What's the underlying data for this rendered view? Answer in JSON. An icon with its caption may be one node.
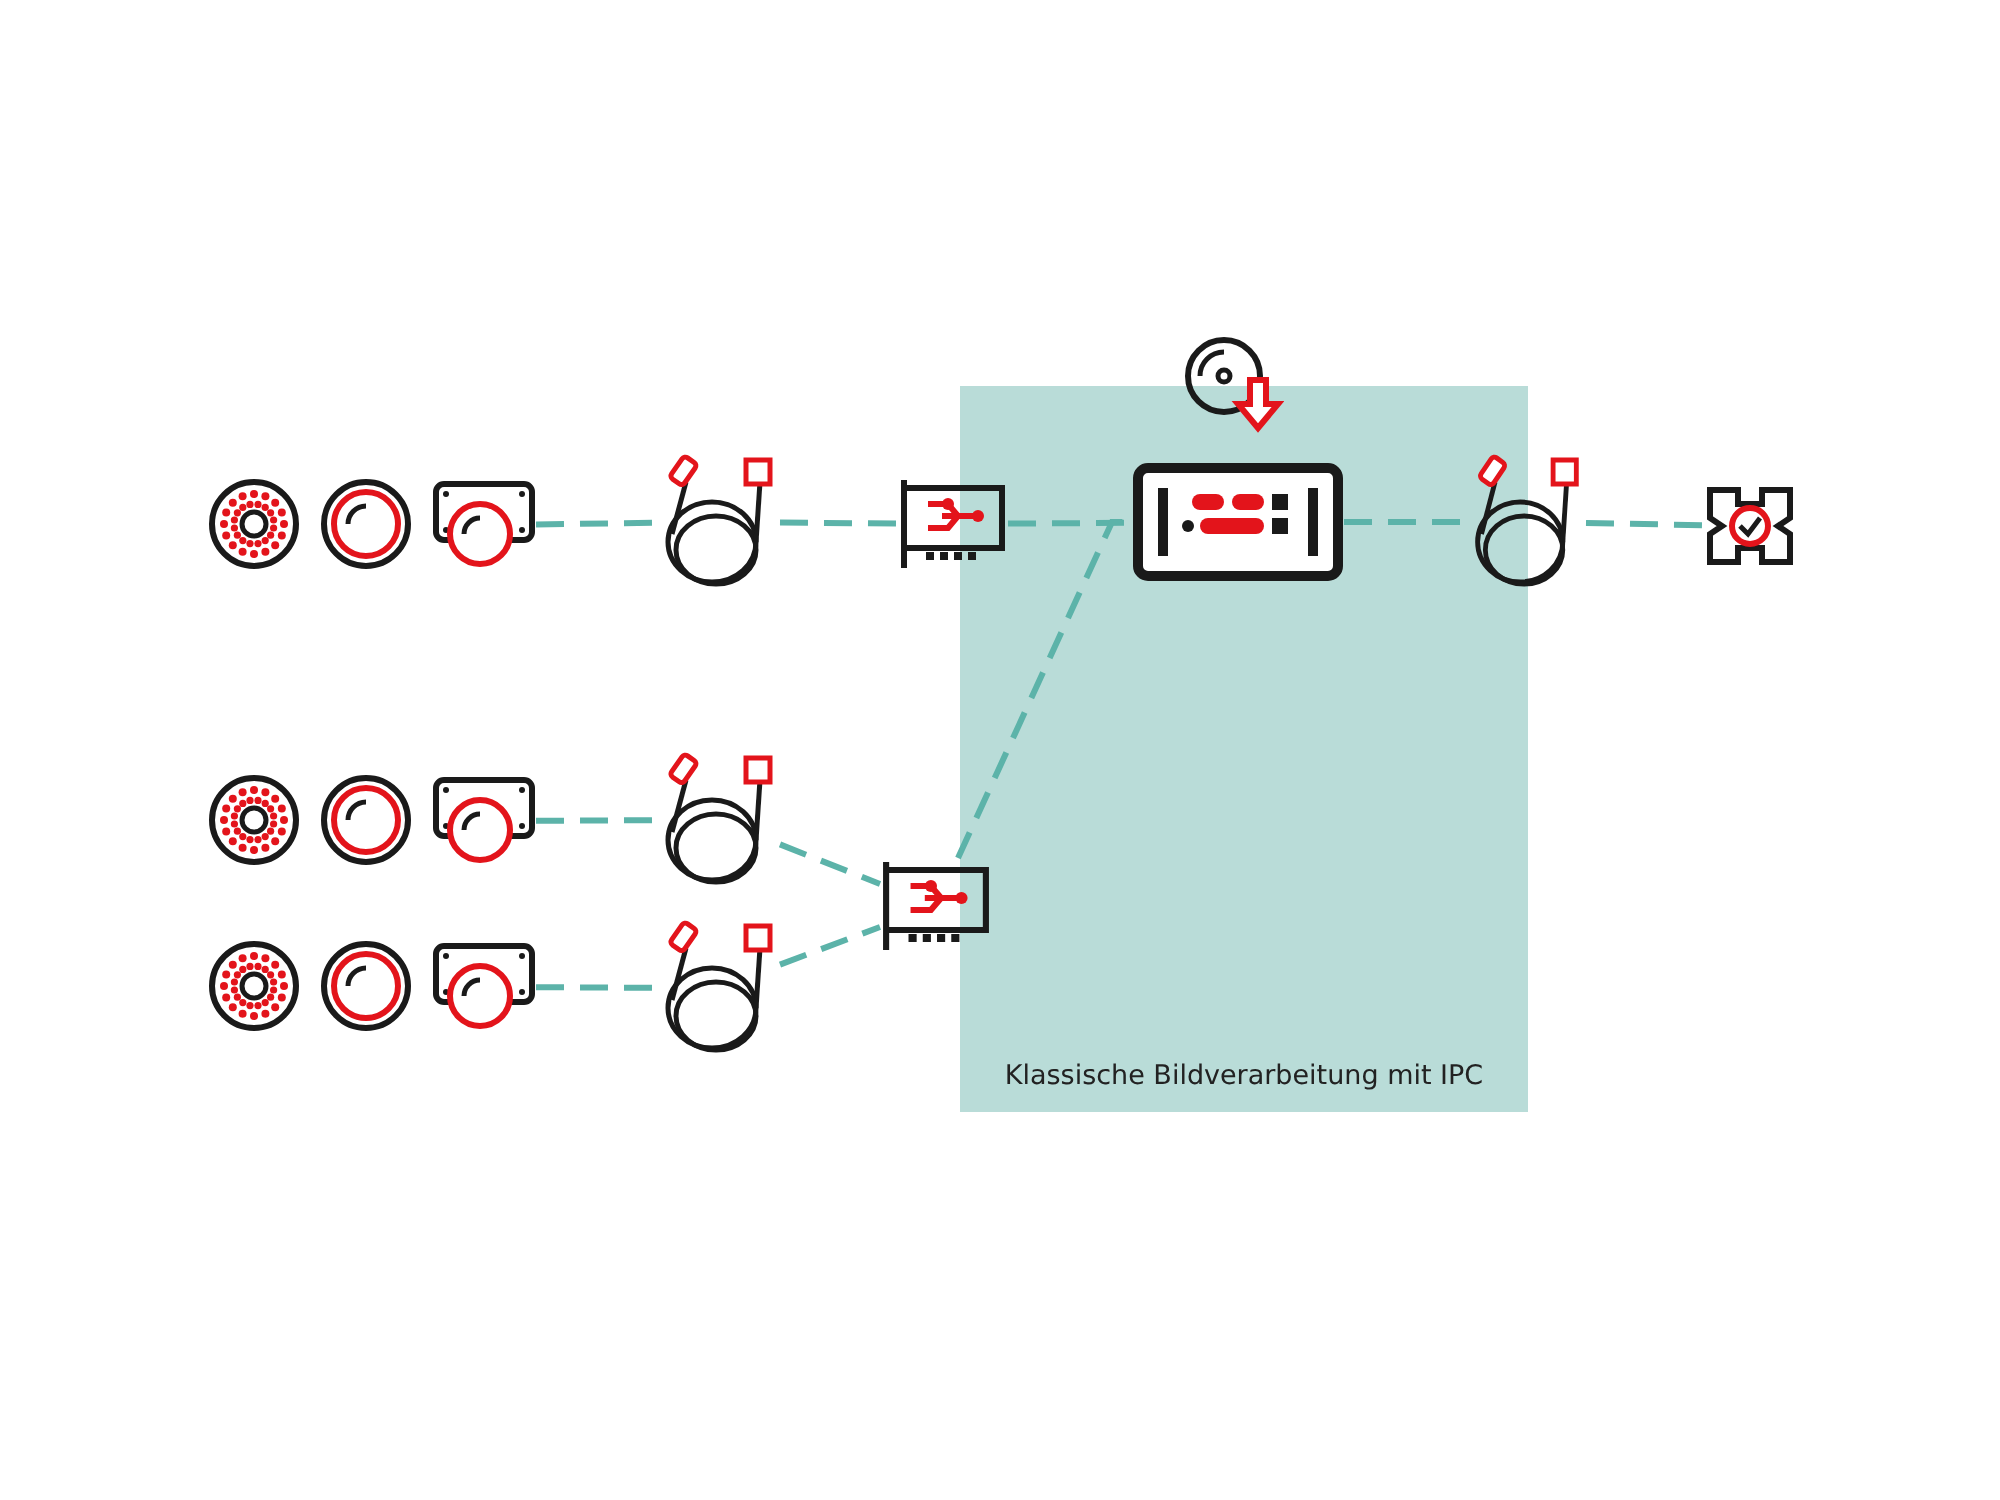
{
  "diagram": {
    "nodes": [
      {
        "text": [
          "Klassische Bildverarbeitung mit IPC"
        ]
      },
      {
        "text": [],
        "shape": "camera"
      },
      {
        "text": [],
        "shape": "cable"
      },
      {
        "text": [],
        "shape": "card"
      },
      {
        "text": [],
        "shape": "computer",
        "in": 0
      },
      {
        "text": [],
        "shape": "cable"
      },
      {
        "text": [],
        "shape": "badge"
      },
      {
        "text": [],
        "shape": "camera"
      },
      {
        "text": [],
        "shape": "cable"
      },
      {
        "text": [],
        "shape": "camera"
      },
      {
        "text": [],
        "shape": "cable"
      },
      {
        "text": [],
        "shape": "card"
      }
    ],
    "edges": [
      {
        "from": 1,
        "to": 2,
        "arrow": "none",
        "style": "dashed"
      },
      {
        "from": 2,
        "to": 3,
        "arrow": "none",
        "style": "dashed"
      },
      {
        "from": 3,
        "to": 4,
        "arrow": "none",
        "style": "dashed"
      },
      {
        "from": 4,
        "to": 5,
        "arrow": "none",
        "style": "dashed"
      },
      {
        "from": 5,
        "to": 6,
        "arrow": "none",
        "style": "dashed"
      },
      {
        "from": 7,
        "to": 8,
        "arrow": "none",
        "style": "dashed"
      },
      {
        "from": 9,
        "to": 10,
        "arrow": "none",
        "style": "dashed"
      },
      {
        "from": 8,
        "to": 11,
        "arrow": "none",
        "style": "dashed"
      },
      {
        "from": 10,
        "to": 11,
        "arrow": "none",
        "style": "dashed"
      },
      {
        "from": 11,
        "to": 4,
        "arrow": "none",
        "style": "dashed"
      }
    ]
  }
}
